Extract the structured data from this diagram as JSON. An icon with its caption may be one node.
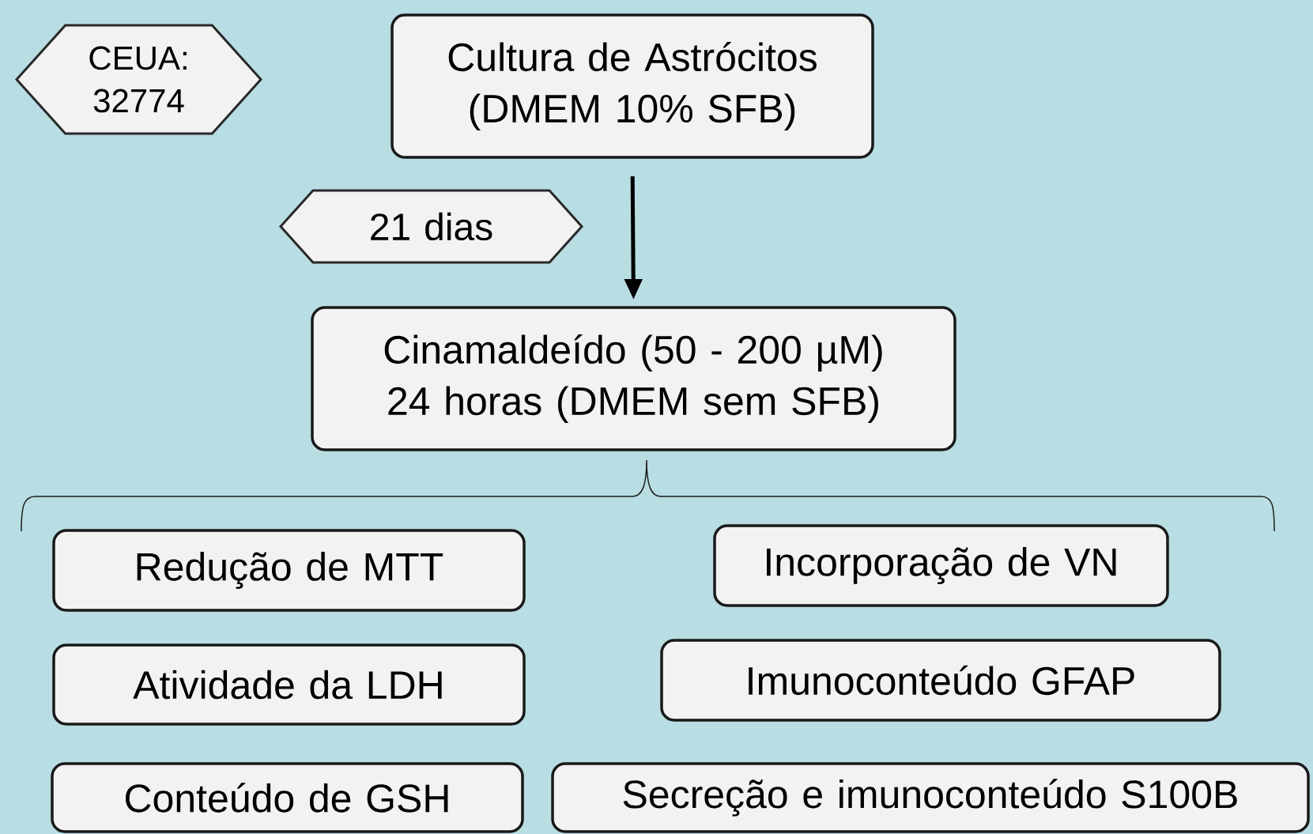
{
  "diagram": {
    "nodes": [
      {
        "text": [
          "CEUA: 32774"
        ]
      },
      {
        "text": [
          "Cultura de Astrócitos (DMEM 10% SFB)"
        ]
      },
      {
        "text": [
          "21 dias"
        ]
      },
      {
        "text": [
          "Cinamaldeído (50 - 200 µM) 24 horas (DMEM sem SFB)"
        ]
      },
      {
        "text": [
          "Redução de MTT"
        ]
      },
      {
        "text": [
          "Incorporação de VN"
        ]
      },
      {
        "text": [
          "Atividade da LDH"
        ]
      },
      {
        "text": [
          "Imunoconteúdo GFAP"
        ]
      },
      {
        "text": [
          "Conteúdo de GSH"
        ]
      },
      {
        "text": [
          "Secreção e imunoconteúdo S100B"
        ]
      }
    ],
    "edges": [
      {
        "from": 1,
        "to": 3,
        "arrow": "to"
      }
    ]
  }
}
